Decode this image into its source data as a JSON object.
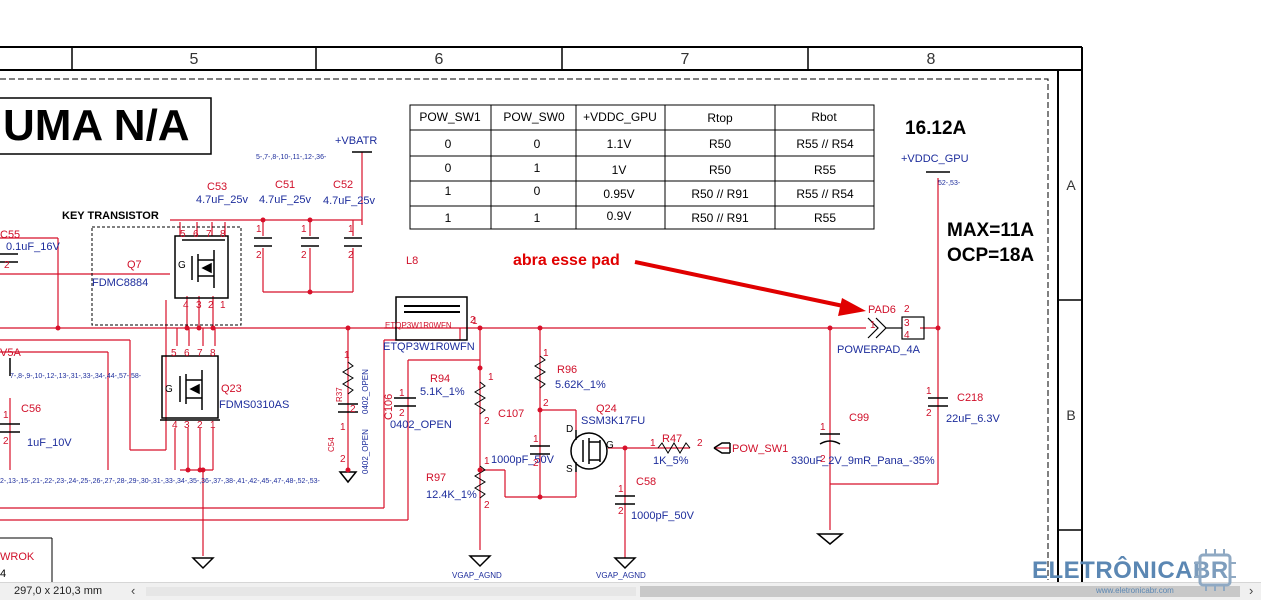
{
  "frame": {
    "columns": [
      "5",
      "6",
      "7",
      "8"
    ],
    "rows": [
      "A",
      "B"
    ]
  },
  "title": {
    "text": "UMA N/A"
  },
  "table": {
    "headers": [
      "POW_SW1",
      "POW_SW0",
      "+VDDC_GPU",
      "Rtop",
      "Rbot"
    ],
    "rows": [
      [
        "0",
        "0",
        "1.1V",
        "R50",
        "R55 // R54"
      ],
      [
        "0",
        "1",
        "1V",
        "R50",
        "R55"
      ],
      [
        "1",
        "0",
        "0.95V",
        "R50 // R91",
        "R55 // R54"
      ],
      [
        "1",
        "1",
        "0.9V",
        "R50 // R91",
        "R55"
      ]
    ]
  },
  "current": {
    "main": "16.12A",
    "max": "MAX=11A",
    "ocp": "OCP=18A"
  },
  "annotation": {
    "text": "abra esse pad"
  },
  "rails": {
    "vbatr": "+VBATR",
    "vbatr_pages": "5-,7-,8-,10-,11-,12-,36-",
    "vddc_gpu": "+VDDC_GPU",
    "vddc_pages": "52-,53-",
    "v5a": "V5A",
    "v5a_pages": "7-,8-,9-,10-,12-,13-,31-,33-,34-,44-,57-,58-",
    "bottom_pages": "2-,13-,15-,21-,22-,23-,24-,25-,26-,27-,28-,29-,30-,31-,33-,34-,35-,36-,37-,38-,41-,42-,45-,47-,48-,52-,53-",
    "pwrok": "WROK",
    "pwrok_val": "4",
    "vgap_agnd_1": "VGAP_AGND",
    "vgap_agnd_2": "VGAP_AGND"
  },
  "parts": {
    "key_transistor": "KEY TRANSISTOR",
    "q7": "Q7",
    "q7_val": "FDMC8884",
    "q23": "Q23",
    "q23_val": "FDMS0310AS",
    "q24": "Q24",
    "q24_val": "SSM3K17FU",
    "c55": "C55",
    "c55_val": "0.1uF_16V",
    "c53": "C53",
    "c53_val": "4.7uF_25v",
    "c51": "C51",
    "c51_val": "4.7uF_25v",
    "c52": "C52",
    "c52_val": "4.7uF_25v",
    "c56": "C56",
    "c56_val": "1uF_10V",
    "l8": "L8",
    "l8_inner": "ETQP3W1R0WFN",
    "l8_val": "ETQP3W1R0WFN",
    "r37": "R37",
    "r37_val": "0402_OPEN",
    "c54": "C54",
    "c54_val": "0402_OPEN",
    "c106": "C106",
    "c106_val": "0402_OPEN",
    "r94": "R94",
    "r94_val": "5.1K_1%",
    "r97": "R97",
    "r97_val": "12.4K_1%",
    "c107": "C107",
    "c107_val": "1000pF_50V",
    "r96": "R96",
    "r96_val": "5.62K_1%",
    "r47": "R47",
    "r47_val": "1K_5%",
    "c58": "C58",
    "c58_val": "1000pF_50V",
    "pow_sw1": "POW_SW1",
    "pad6": "PAD6",
    "pad6_val": "POWERPAD_4A",
    "c99": "C99",
    "c99_val": "330uF_2V_9mR_Pana_-35%",
    "c218": "C218",
    "c218_val": "22uF_6.3V"
  },
  "status": {
    "page_size": "297,0 x 210,3 mm"
  },
  "watermark": {
    "brand": "ELETRÔNICA",
    "brand_suffix": "BR",
    "url": "www.eletronicabr.com"
  },
  "colors": {
    "wire": "#d8102a",
    "text_red": "#d0102a",
    "text_blue": "#1d2d9c",
    "ink": "#000000",
    "arrow": "#e00000"
  }
}
